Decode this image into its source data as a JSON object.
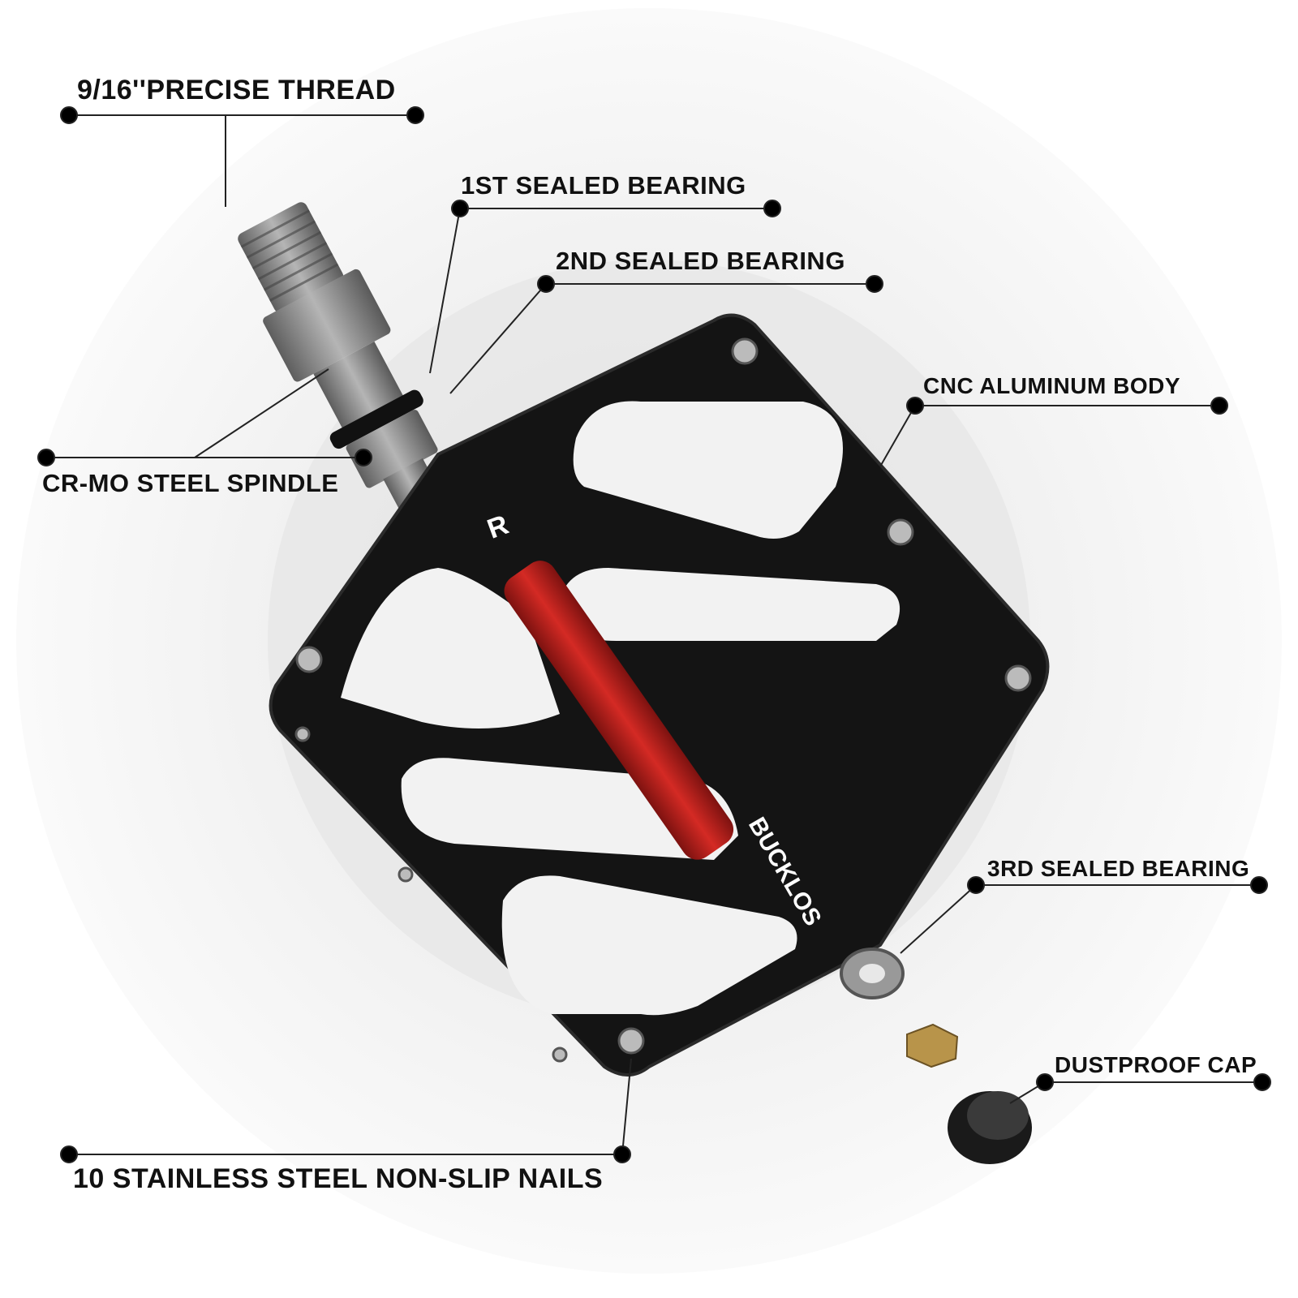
{
  "labels": {
    "thread": "9/16''PRECISE THREAD",
    "bearing1": "1ST SEALED BEARING",
    "bearing2": "2ND SEALED BEARING",
    "body": "CNC ALUMINUM BODY",
    "spindle": "CR-MO STEEL SPINDLE",
    "bearing3": "3RD SEALED BEARING",
    "cap": "DUSTPROOF CAP",
    "nails": "10 STAINLESS STEEL NON-SLIP NAILS"
  },
  "pedal": {
    "side_mark": "R",
    "brand": "BUCKLOS"
  },
  "colors": {
    "body": "#111111",
    "axle": "#c0201d",
    "spindle": "#8a8a8a",
    "brass": "#b8944a",
    "text": "#111111"
  }
}
